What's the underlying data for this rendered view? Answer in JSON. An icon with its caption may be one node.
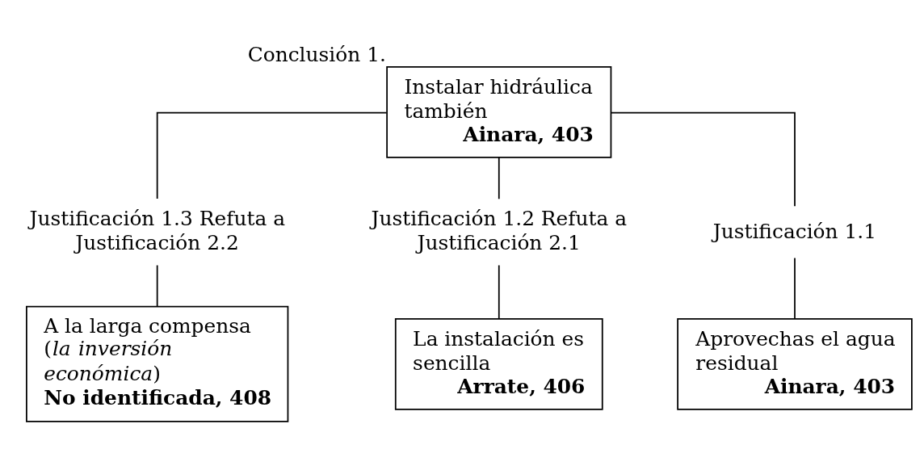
{
  "diagram": {
    "nodes": [
      {
        "text": [
          "Instalar hidráulica también",
          "Ainara, 403"
        ],
        "beside": [
          "Conclusión 1."
        ]
      },
      {
        "text": [
          "Justificación 1.3 Refuta a Justificación 2.2"
        ]
      },
      {
        "text": [
          "A la larga compensa (*la inversión económica*)",
          "No identificada, 408"
        ]
      },
      {
        "text": [
          "Justificación 1.2 Refuta a Justificación 2.1"
        ]
      },
      {
        "text": [
          "La instalación es sencilla",
          "Arrate, 406"
        ]
      },
      {
        "text": [
          "Justificación 1.1"
        ]
      },
      {
        "text": [
          "Aprovechas el agua residual",
          "Ainara, 403"
        ]
      }
    ],
    "edges": [
      {
        "from": 0,
        "to": 1,
        "arrow": "none"
      },
      {
        "from": 0,
        "to": 3,
        "arrow": "none"
      },
      {
        "from": 0,
        "to": 5,
        "arrow": "none"
      },
      {
        "from": 1,
        "to": 2,
        "arrow": "none"
      },
      {
        "from": 3,
        "to": 4,
        "arrow": "none"
      },
      {
        "from": 5,
        "to": 6,
        "arrow": "none"
      }
    ]
  }
}
